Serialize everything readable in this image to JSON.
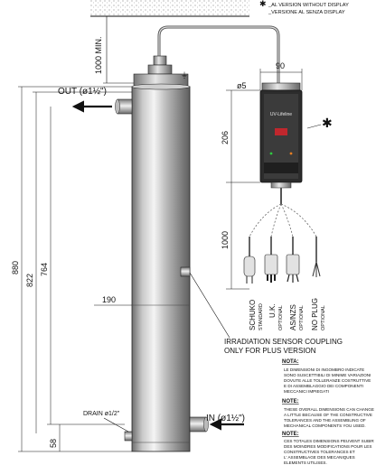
{
  "legend": {
    "symbol": "✱",
    "line1": "_AL VERSION WITHOUT DISPLAY",
    "line2": "_VERSIONE AL SENZA DISPLAY"
  },
  "dimensions": {
    "min_clearance": "1000 MIN.",
    "box_width": "90",
    "cable_dia": "ø5",
    "box_height": "206",
    "cable_length": "1000",
    "overall": "880",
    "body": "822",
    "inlet_outlet": "764",
    "sensor_height": "190",
    "bottom": "58"
  },
  "labels": {
    "outlet": "OUT (ø1½\")",
    "inlet": "IN (ø1½\")",
    "drain": "DRAIN ø1/2\"",
    "sensor_line1": "IRRADIATION SENSOR COUPLING",
    "sensor_line2": "ONLY FOR PLUS VERSION",
    "box_star": "✱",
    "brand": "UV-Lifeline"
  },
  "plugs": [
    {
      "name": "SCHUKO",
      "sub": "STANDARD"
    },
    {
      "name": "U.K.",
      "sub": "OPTIONAL"
    },
    {
      "name": "AS/NZS",
      "sub": "OPTIONAL"
    },
    {
      "name": "NO PLUG",
      "sub": "OPTIONAL"
    }
  ],
  "notes": [
    {
      "heading": "NOTA:",
      "lines": [
        "LE DIMENSIONI DI INGOMBRO INDICATE",
        "SONO SUSCETTIBILI DI MINIME VARIAZIONI",
        "DOVUTE ALLE TOLLERANZE COSTRUTTIVE",
        "E DI ASSEMBLAGGIO DEI COMPONENTI",
        "MECCANICI IMPIEGATI"
      ]
    },
    {
      "heading": "NOTE:",
      "lines": [
        "THESE OVERALL DIMENSIONS CAN CHANGE",
        "A LITTLE BECAUSE OF THE CONSTRUCTIVE",
        "TOLERANCES AND THE ASSEMBLING OF",
        "MECHANICAL COMPONENTS YOU USED."
      ]
    },
    {
      "heading": "NOTE:",
      "lines": [
        "CES TOTALES DIMENSIONS PEUVENT SUBIR",
        "DES MOINDRES MODIFICATIONS POUR LES",
        "CONSTRUCTIVES TOLERANCES ET",
        "L' ASSEMBLAGE DES MECANIQUES",
        "ELEMENTS UTILISES."
      ]
    }
  ]
}
